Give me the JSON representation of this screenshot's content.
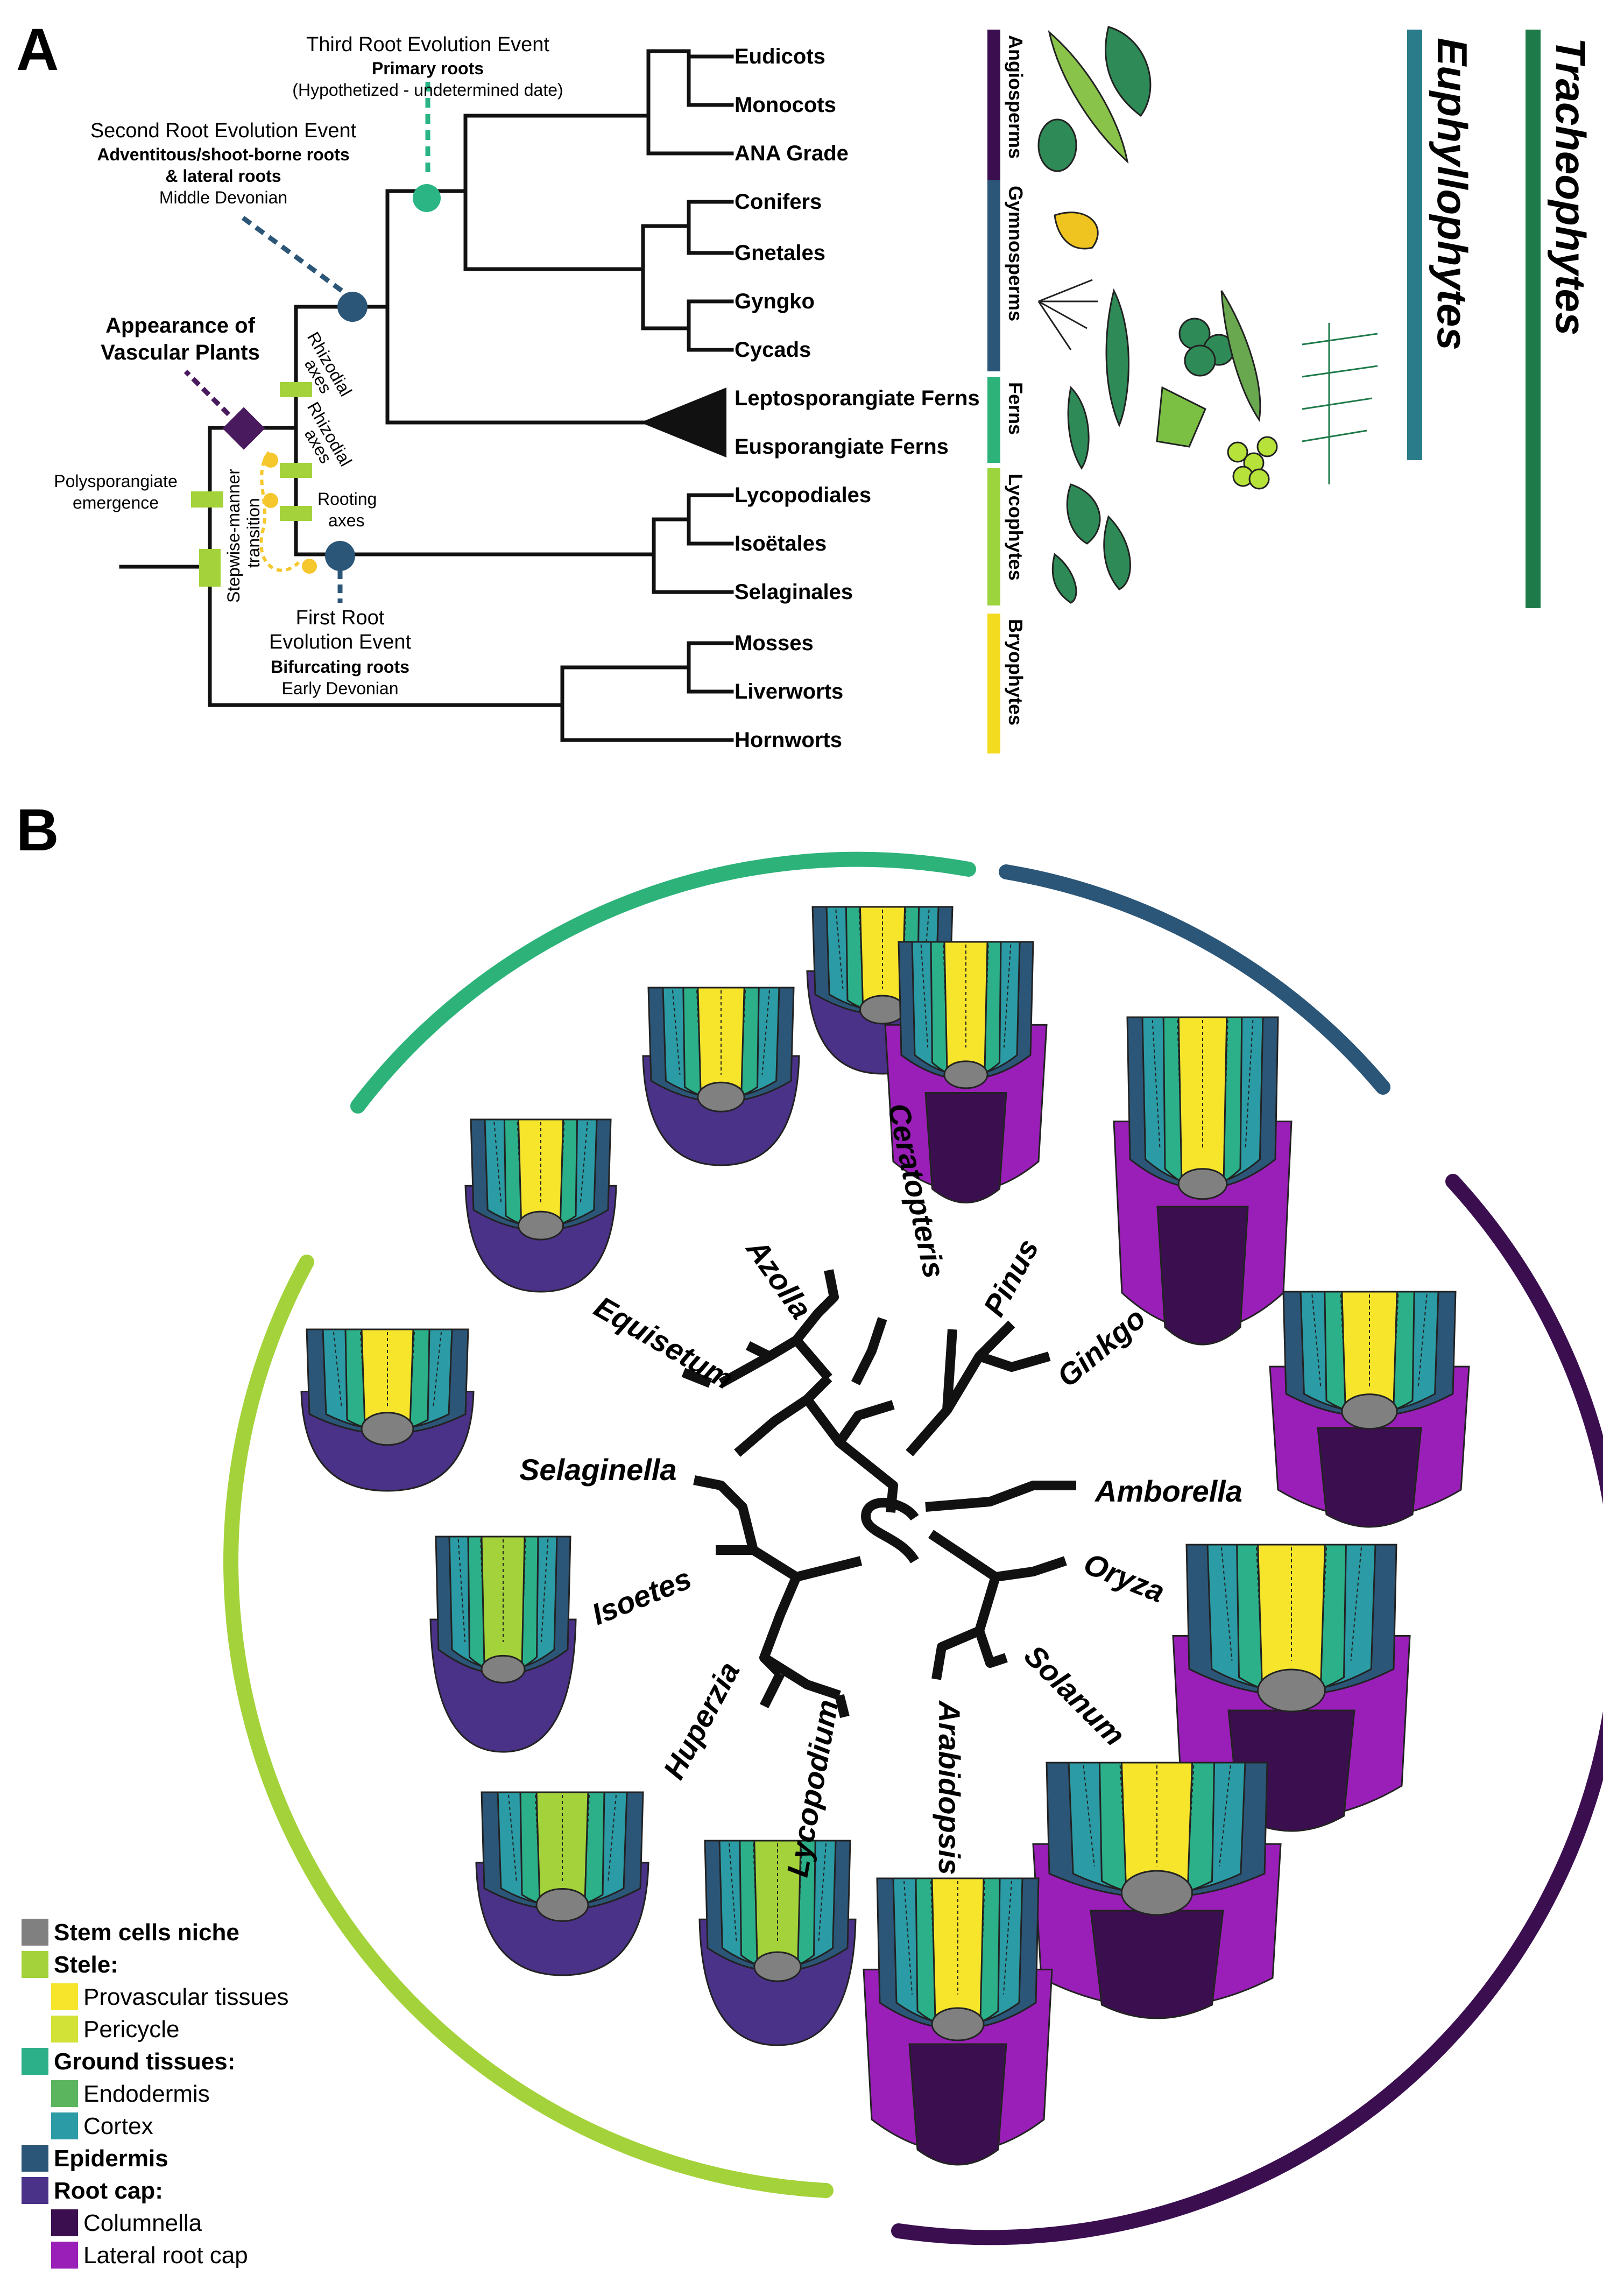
{
  "panel_a": {
    "letter": "A",
    "taxa": [
      "Eudicots",
      "Monocots",
      "ANA Grade",
      "Conifers",
      "Gnetales",
      "Gyngko",
      "Cycads",
      "Leptosporangiate Ferns",
      "Eusporangiate Ferns",
      "Lycopodiales",
      "Isoëtales",
      "Selaginales",
      "Mosses",
      "Liverworts",
      "Hornworts"
    ],
    "events": {
      "third": {
        "title": "Third Root Evolution Event",
        "bold": "Primary roots",
        "detail": "(Hypothetized - undetermined date)"
      },
      "second": {
        "title": "Second Root Evolution Event",
        "bold1": "Adventitous/shoot-borne roots",
        "bold2": "& lateral roots",
        "detail": "Middle Devonian"
      },
      "first": {
        "title1": "First Root",
        "title2": "Evolution Event",
        "bold": "Bifurcating roots",
        "detail": "Early Devonian"
      },
      "vascular": {
        "line1": "Appearance of",
        "line2": "Vascular Plants"
      }
    },
    "small_labels": {
      "polysporangiate1": "Polysporangiate",
      "polysporangiate2": "emergence",
      "stepwise1": "Stepwise-manner",
      "stepwise2": "transition",
      "rhizodial": "Rhizodial",
      "axes": "axes",
      "rooting": "Rooting",
      "rooting_axes": "axes"
    },
    "groups": [
      {
        "name": "Angiosperms",
        "color": "#3b0f4f"
      },
      {
        "name": "Gymnosperms",
        "color": "#2b5678"
      },
      {
        "name": "Ferns",
        "color": "#2db37a"
      },
      {
        "name": "Lycophytes",
        "color": "#9bd43c"
      },
      {
        "name": "Bryophytes",
        "color": "#f3dc1f"
      }
    ],
    "clades": [
      {
        "name": "Euphyllophytes",
        "color": "#2a7c8a"
      },
      {
        "name": "Tracheophytes",
        "color": "#1f7a4a"
      }
    ],
    "node_colors": {
      "third": "#2bb584",
      "second": "#2b5678",
      "first": "#2b5678",
      "vascular": "#4a1a5e",
      "marker": "#a4d23a",
      "yellow": "#f6c72c"
    }
  },
  "panel_b": {
    "letter": "B",
    "genera": [
      "Ceratopteris",
      "Azolla",
      "Equisetum",
      "Selaginella",
      "Isoetes",
      "Huperzia",
      "Lycopodium",
      "Arabidopsis",
      "Solanum",
      "Oryza",
      "Amborella",
      "Ginkgo",
      "Pinus"
    ],
    "arc_colors": {
      "ferns": "#2db37a",
      "gymnosperms": "#2b5678",
      "angiosperms": "#3b0f4f",
      "lycophytes": "#a4d23a"
    },
    "legend": [
      {
        "label": "Stem cells niche",
        "color": "#808080",
        "bold": true,
        "indent": 0
      },
      {
        "label": "Stele:",
        "color": "#a4d23a",
        "bold": true,
        "indent": 0
      },
      {
        "label": "Provascular tissues",
        "color": "#f7e52c",
        "bold": false,
        "indent": 1
      },
      {
        "label": "Pericycle",
        "color": "#d2e236",
        "bold": false,
        "indent": 1
      },
      {
        "label": "Ground tissues:",
        "color": "#2bb08a",
        "bold": true,
        "indent": 0
      },
      {
        "label": "Endodermis",
        "color": "#5bb55f",
        "bold": false,
        "indent": 1
      },
      {
        "label": "Cortex",
        "color": "#2b9ba5",
        "bold": false,
        "indent": 1
      },
      {
        "label": "Epidermis",
        "color": "#2b5678",
        "bold": true,
        "indent": 0
      },
      {
        "label": "Root cap:",
        "color": "#4a3288",
        "bold": true,
        "indent": 0
      },
      {
        "label": "Columnella",
        "color": "#3b0f4f",
        "bold": false,
        "indent": 1
      },
      {
        "label": "Lateral root cap",
        "color": "#9a1fb8",
        "bold": false,
        "indent": 1
      }
    ]
  }
}
